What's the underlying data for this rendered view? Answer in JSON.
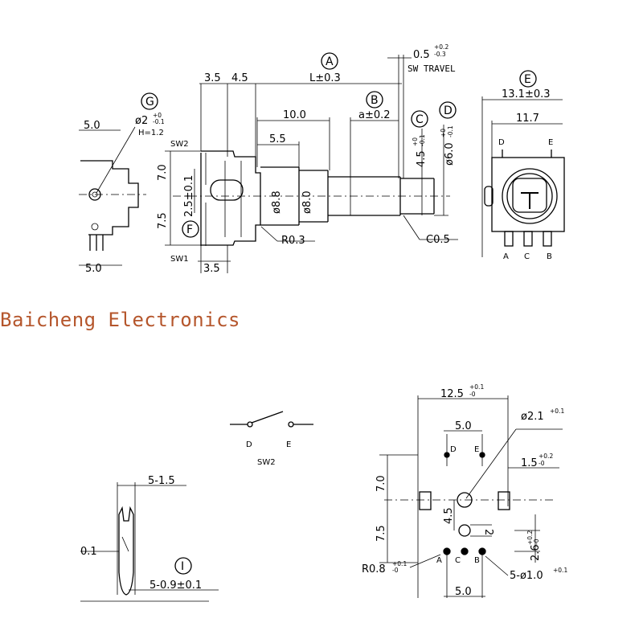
{
  "brand": {
    "text": "Baicheng Electronics",
    "color": "#b5562c"
  },
  "side_view": {
    "dims": {
      "d35_top": "3.5",
      "d45_top": "4.5",
      "L": "L±0.3",
      "d100": "10.0",
      "d55": "5.5",
      "a": "a±0.2",
      "sw_travel_val": "0.5",
      "sw_travel_tol_up": "+0.2",
      "sw_travel_tol_dn": "-0.3",
      "sw_travel": "SW TRAVEL",
      "d45c": "4.5",
      "d45c_tol_up": "+0",
      "d45c_tol_dn": "-0.1",
      "d60": "ø6.0",
      "d60_tol_up": "+0",
      "d60_tol_dn": "-0.1",
      "d70": "7.0",
      "d75": "7.5",
      "d25": "2.5±0.1",
      "phi88": "ø8.8",
      "phi80": "ø8.0",
      "r03": "R0.3",
      "c05": "C0.5",
      "d35_bot": "3.5",
      "sw2": "SW2",
      "sw1": "SW1"
    },
    "markers": {
      "A": "A",
      "B": "B",
      "C": "C",
      "D": "D",
      "F": "F"
    }
  },
  "g_view": {
    "marker": "G",
    "phi2": "ø2",
    "phi2_tol_up": "+0",
    "phi2_tol_dn": "-0.1",
    "h": "H=1.2",
    "d50_top": "5.0",
    "d50_bot": "5.0"
  },
  "e_view": {
    "marker": "E",
    "d131": "13.1±0.3",
    "d117": "11.7",
    "pins": [
      "A",
      "C",
      "B"
    ],
    "top_pins": [
      "D",
      "E"
    ]
  },
  "sw2_schematic": {
    "d": "D",
    "e": "E",
    "label": "SW2"
  },
  "pin_view": {
    "marker": "I",
    "d515": "5-1.5",
    "d01": "0.1",
    "d509": "5-0.9±0.1"
  },
  "footprint": {
    "d125": "12.5",
    "d125_tol_up": "+0.1",
    "d125_tol_dn": "-0",
    "d50": "5.0",
    "phi21": "ø2.1",
    "phi21_tol_up": "+0.1",
    "d15": "1.5",
    "d15_tol_up": "+0.2",
    "d15_tol_dn": "-0",
    "d70": "7.0",
    "d75": "7.5",
    "d45": "4.5",
    "d2": "2",
    "d26": "2.6",
    "d26_tol_up": "+0.2",
    "d26_tol_dn": "-0",
    "r08": "R0.8",
    "r08_tol_up": "+0.1",
    "r08_tol_dn": "-0",
    "d510": "5-ø1.0",
    "d510_tol": "+0.1",
    "d50_bot": "5.0",
    "pins": [
      "A",
      "C",
      "B"
    ],
    "top_pins": [
      "D",
      "E"
    ]
  }
}
